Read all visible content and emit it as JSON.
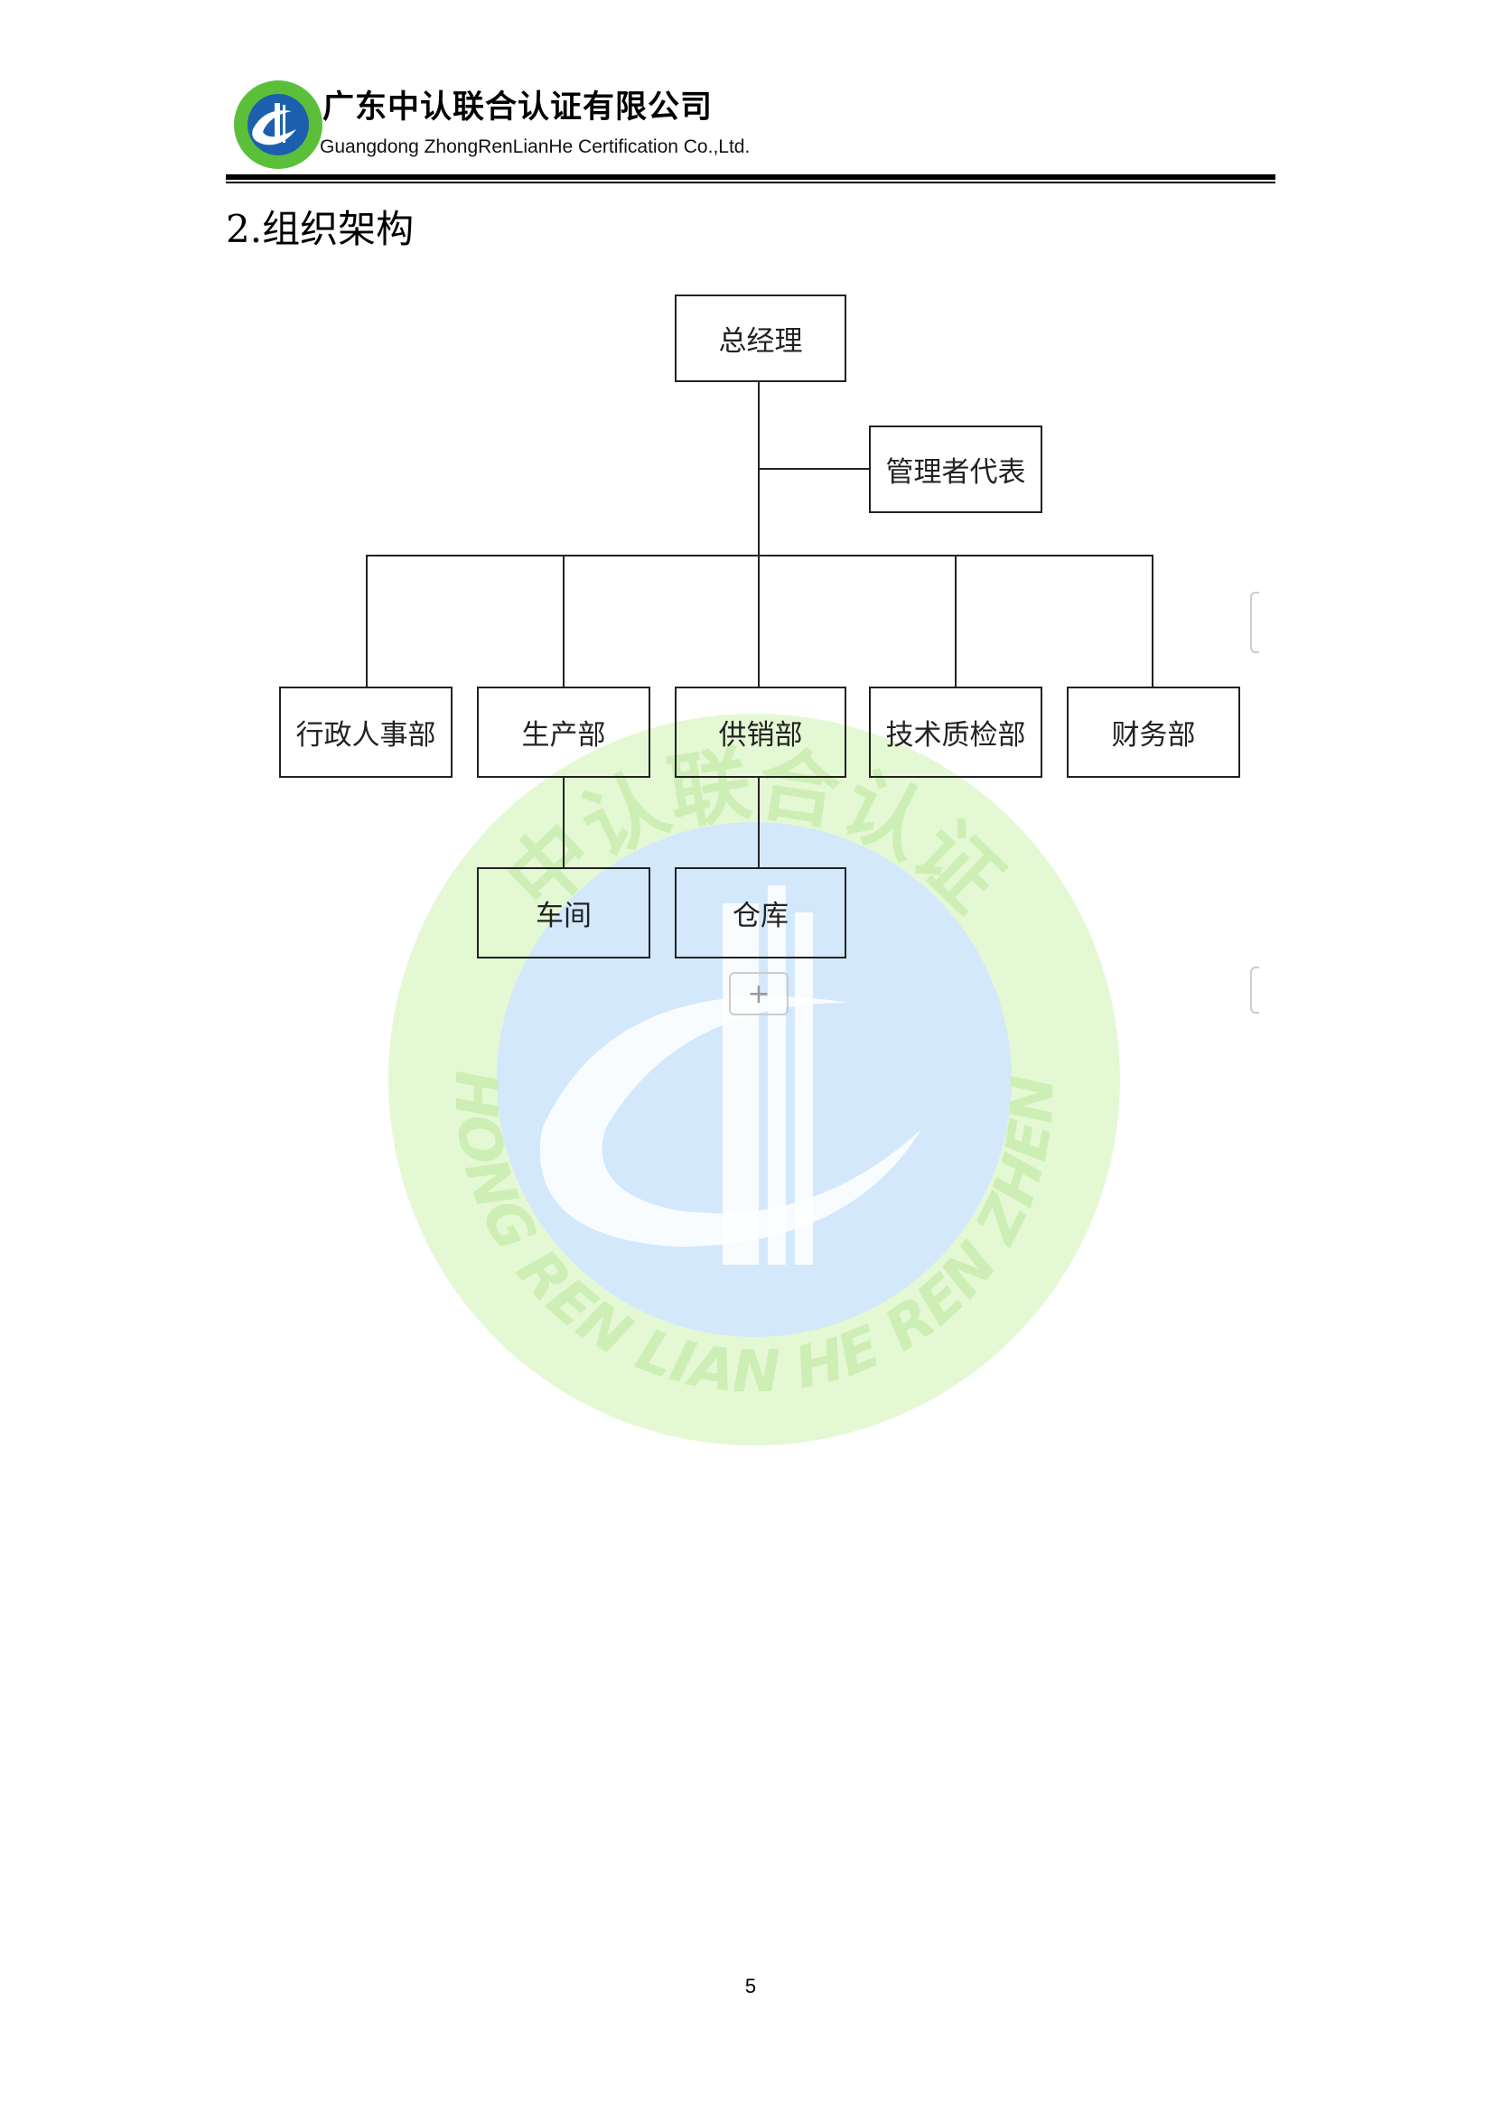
{
  "header": {
    "company_cn": "广东中认联合认证有限公司",
    "company_en": "Guangdong ZhongRenLianHe Certification Co.,Ltd.",
    "logo_text_top": "中认联合认证",
    "logo_text_bottom": "ZHONG REN LIAN HE REN ZHENG"
  },
  "section_title": "2.组织架构",
  "org_chart": {
    "top": "总经理",
    "representative": "管理者代表",
    "departments": [
      "行政人事部",
      "生产部",
      "供销部",
      "技术质检部",
      "财务部"
    ],
    "sub_units": [
      "车间",
      "仓库"
    ],
    "add_symbol": "+"
  },
  "colors": {
    "watermark_green": "#dff7cc",
    "watermark_blue": "#cfe5fa",
    "logo_green": "#5cbf3a",
    "logo_blue": "#1c5fae"
  },
  "footer": {
    "page_number": "5"
  }
}
